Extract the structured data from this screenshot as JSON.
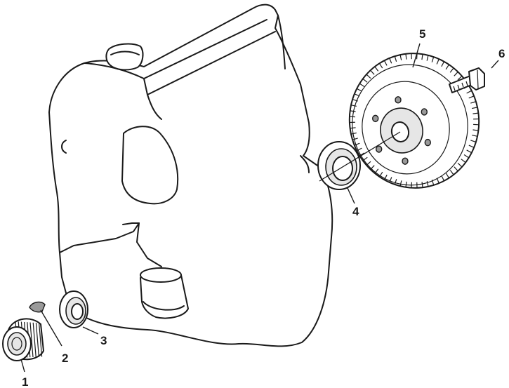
{
  "callouts": [
    {
      "id": "1",
      "label": "1"
    },
    {
      "id": "2",
      "label": "2"
    },
    {
      "id": "3",
      "label": "3"
    },
    {
      "id": "4",
      "label": "4"
    },
    {
      "id": "5",
      "label": "5"
    },
    {
      "id": "6",
      "label": "6"
    }
  ],
  "flywheel": {
    "tooth_count": 72
  },
  "colors": {
    "line": "#1a1a1a",
    "shade_light": "#e6e6e6",
    "shade_dark": "#9a9a9a",
    "background": "#ffffff"
  }
}
